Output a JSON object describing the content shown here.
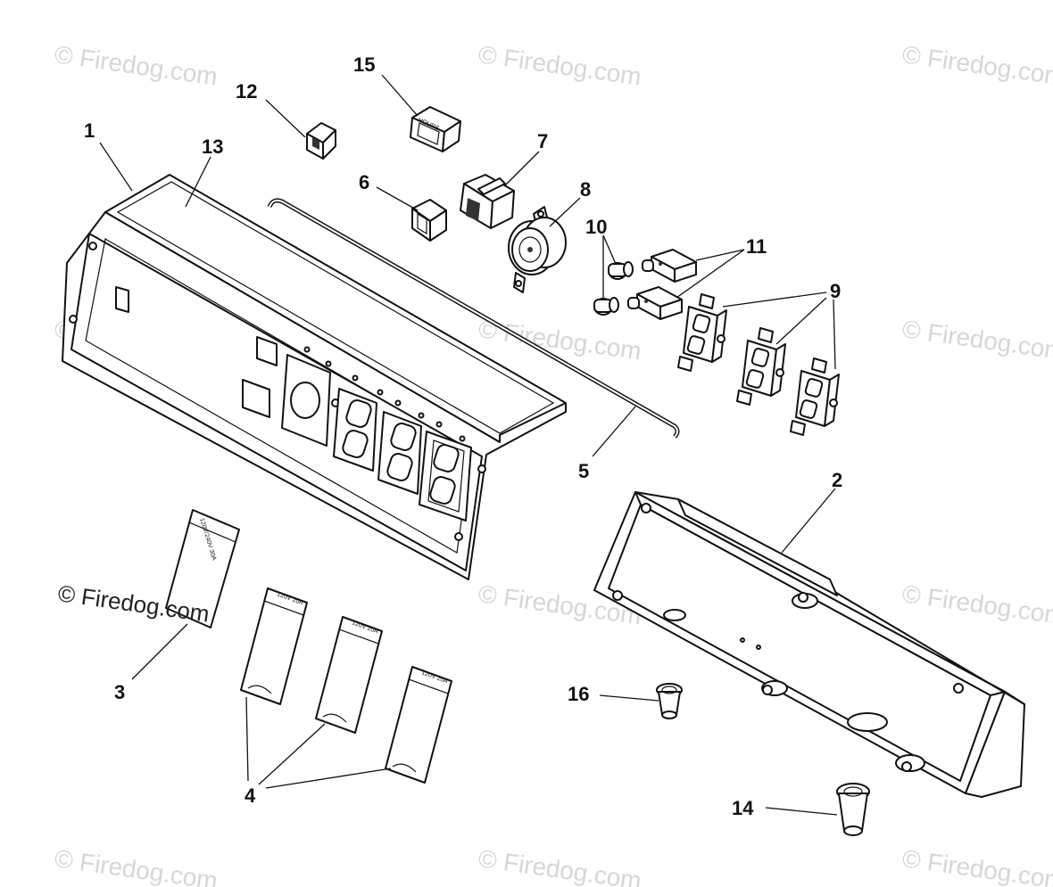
{
  "watermark": "© Firedog.com",
  "callouts": [
    "1",
    "2",
    "3",
    "4",
    "5",
    "6",
    "7",
    "8",
    "9",
    "10",
    "11",
    "12",
    "13",
    "14",
    "15",
    "16"
  ],
  "cover_labels": {
    "large": "120V/240V 30A",
    "small": "120V 20A"
  }
}
